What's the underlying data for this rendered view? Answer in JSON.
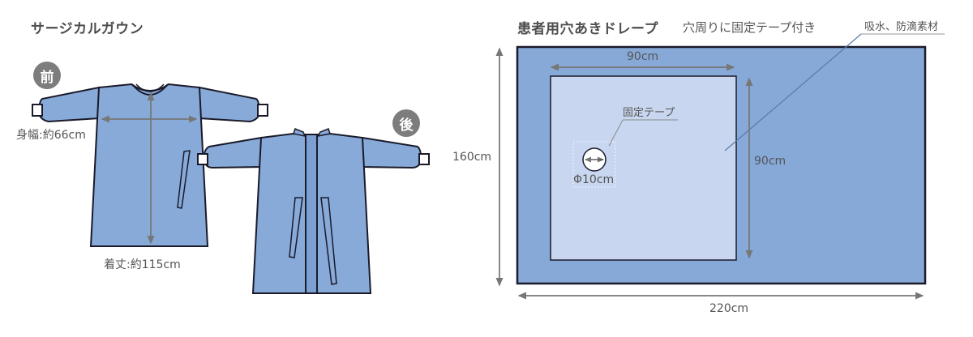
{
  "gown": {
    "title": "サージカルガウン",
    "front_badge": "前",
    "back_badge": "後",
    "width_label": "身幅:約66cm",
    "length_label": "着丈:約115cm"
  },
  "drape": {
    "title": "患者用穴あきドレープ",
    "subtitle": "穴周りに固定テープ付き",
    "material_label": "吸水、防滴素材",
    "inner_width_label": "90cm",
    "inner_height_label": "90cm",
    "outer_width_label": "220cm",
    "outer_height_label": "160cm",
    "tape_label": "固定テープ",
    "hole_label": "Φ10cm"
  },
  "colors": {
    "gown_blue": "#87aad8",
    "drape_outer": "#86a9d8",
    "drape_inner": "#c8d7ef",
    "outline": "#1a1a2a",
    "dimension_line": "#777777",
    "badge_gray": "#7d7d7d"
  }
}
